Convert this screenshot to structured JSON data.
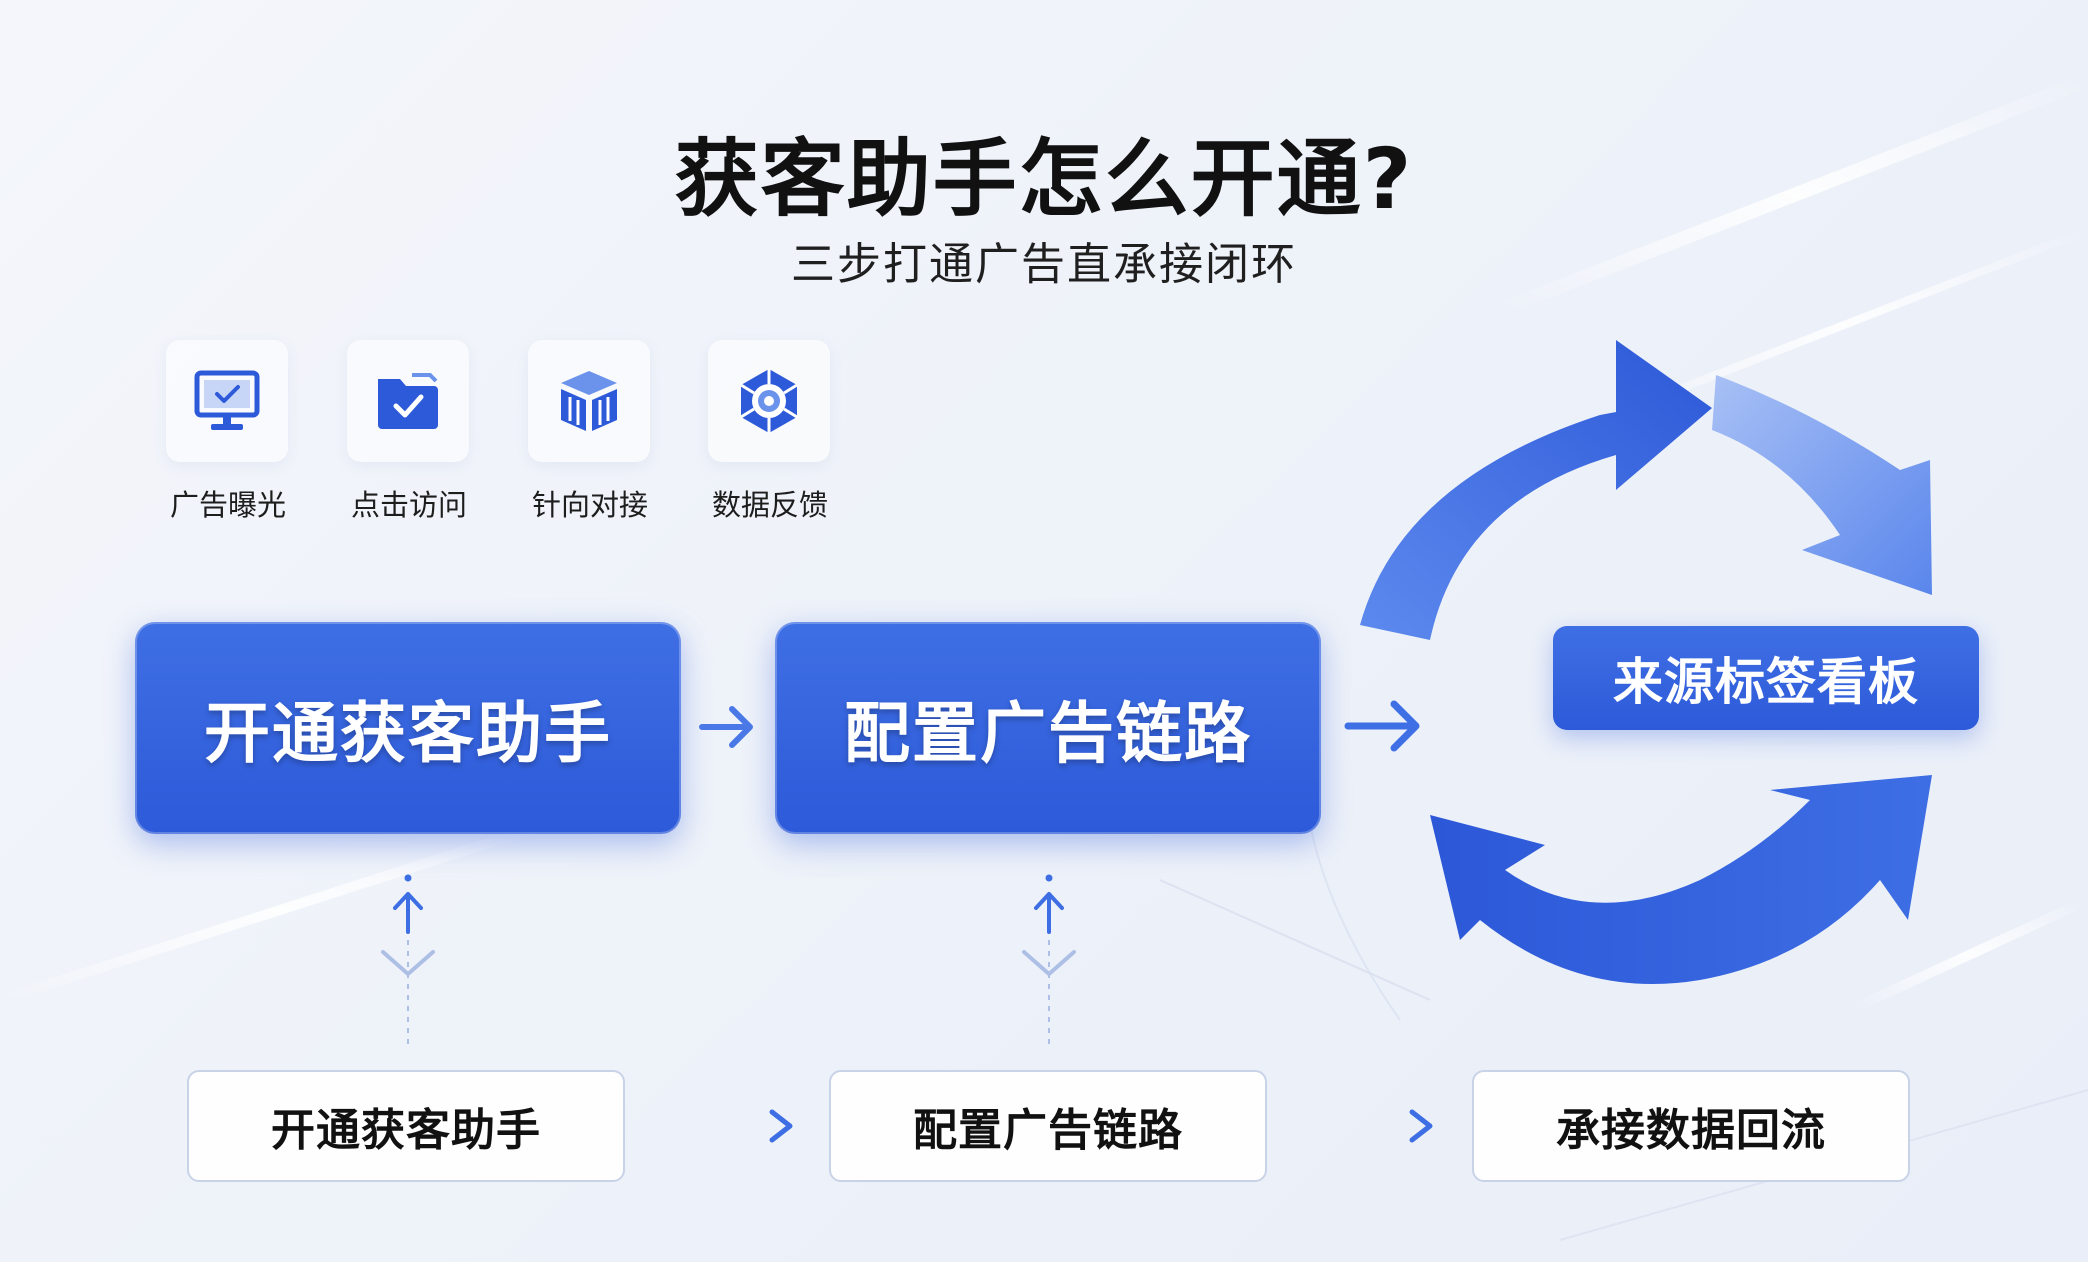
{
  "header": {
    "title": "获客助手怎么开通?",
    "subtitle": "三步打通广告直承接闭环"
  },
  "icons": [
    {
      "label": "广告曝光",
      "icon": "monitor-check-icon"
    },
    {
      "label": "点击访问",
      "icon": "folder-check-icon"
    },
    {
      "label": "针向对接",
      "icon": "cube-icon"
    },
    {
      "label": "数据反馈",
      "icon": "target-hexagon-icon"
    }
  ],
  "main_steps": [
    {
      "label": "开通获客助手"
    },
    {
      "label": "配置广告链路"
    }
  ],
  "dashboard": {
    "label": "来源标签看板"
  },
  "bottom_steps": [
    {
      "label": "开通获客助手"
    },
    {
      "label": "配置广告链路"
    },
    {
      "label": "承接数据回流"
    }
  ],
  "colors": {
    "primary": "#2d5ad9",
    "primary_light": "#6b93ec",
    "background": "#eef2f9",
    "border": "#c9d3e8"
  }
}
